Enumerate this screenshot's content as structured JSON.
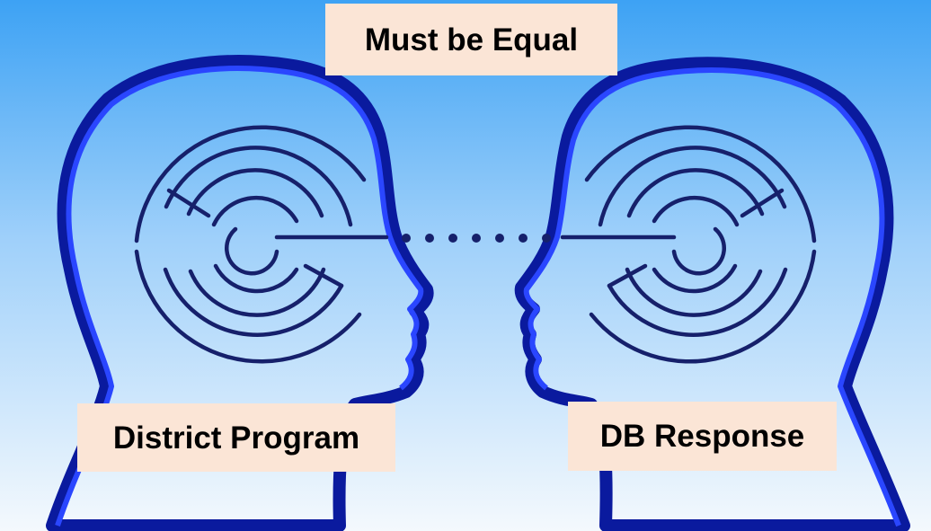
{
  "labels": {
    "top": "Must be Equal",
    "left": "District Program",
    "right": "DB Response"
  },
  "colors": {
    "sky_top": "#4aa8f5",
    "sky_bottom": "#f2f8fc",
    "head_outline": "#1a2fd6",
    "head_shadow": "#0a1a9e",
    "maze": "#16206b",
    "dots": "#16206b",
    "label_background": "#fbe5d6",
    "label_text": "#000000"
  },
  "icons": {
    "left_head": "head-profile-maze-icon",
    "right_head": "head-profile-maze-icon",
    "connector": "dotted-line-icon"
  }
}
